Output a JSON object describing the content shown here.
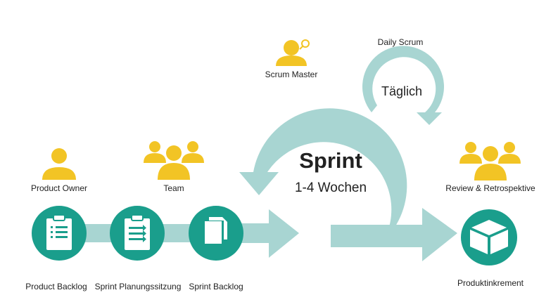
{
  "colors": {
    "flow": "#a8d5d2",
    "node": "#1a9e8c",
    "person": "#f2c425",
    "text": "#222222",
    "white": "#ffffff"
  },
  "roles": {
    "product_owner": "Product Owner",
    "team": "Team",
    "scrum_master": "Scrum Master",
    "review": "Review & Retrospektive"
  },
  "artifacts": {
    "product_backlog": "Product Backlog",
    "sprint_planning": "Sprint Planungssitzung",
    "sprint_backlog": "Sprint Backlog",
    "increment": "Produktinkrement"
  },
  "sprint": {
    "title": "Sprint",
    "duration": "1-4 Wochen"
  },
  "daily": {
    "title": "Daily Scrum",
    "frequency": "Täglich"
  },
  "icons": {
    "product_owner": "person-icon",
    "team": "group-icon",
    "scrum_master": "person-with-magnifier-icon",
    "review": "group-icon",
    "product_backlog": "clipboard-list-icon",
    "sprint_planning": "clipboard-arrows-icon",
    "sprint_backlog": "documents-icon",
    "increment": "box-icon"
  }
}
